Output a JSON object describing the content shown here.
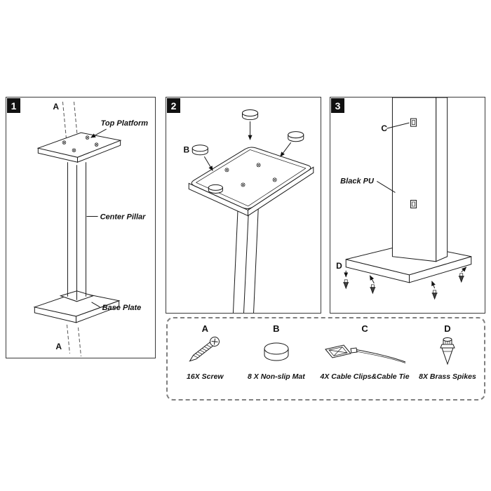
{
  "step1": {
    "number": "1",
    "axis_label_top": "A",
    "axis_label_bottom": "A",
    "labels": {
      "top_platform": "Top Platform",
      "center_pillar": "Center Pillar",
      "base_plate": "Base Plate"
    }
  },
  "step2": {
    "number": "2",
    "mat_label": "B"
  },
  "step3": {
    "number": "3",
    "clip_label": "C",
    "finish_label": "Black PU",
    "spike_label": "D"
  },
  "parts": {
    "items": [
      {
        "letter": "A",
        "label": "16X Screw"
      },
      {
        "letter": "B",
        "label": "8 X Non-slip Mat"
      },
      {
        "letter": "C",
        "label": "4X Cable Clips&Cable Tie"
      },
      {
        "letter": "D",
        "label": "8X Brass Spikes"
      }
    ]
  }
}
